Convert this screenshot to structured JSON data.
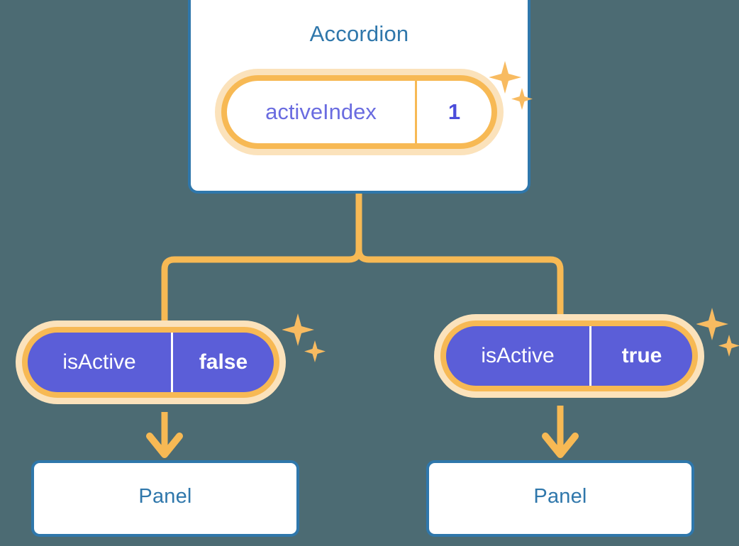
{
  "background_color": "#4c6b73",
  "colors": {
    "card_border": "#2f77ab",
    "card_title_text": "#2f77ab",
    "pill_ring": "#f7b954",
    "pill_halo": "#fbe2bb",
    "pill_solid_fill": "#5b5ed8",
    "pill_light_key_text": "#6a6ce0",
    "pill_light_value_text": "#4b4ddb",
    "connector": "#f7b954",
    "sparkle": "#f8bb61"
  },
  "diagram": {
    "root": {
      "title": "Accordion",
      "state": {
        "key": "activeIndex",
        "value": "1"
      }
    },
    "children": [
      {
        "state": {
          "key": "isActive",
          "value": "false"
        },
        "panel": {
          "title": "Panel"
        }
      },
      {
        "state": {
          "key": "isActive",
          "value": "true"
        },
        "panel": {
          "title": "Panel"
        }
      }
    ]
  },
  "icons": {
    "sparkle": "sparkle-icon",
    "arrow_down": "arrow-down-icon"
  }
}
